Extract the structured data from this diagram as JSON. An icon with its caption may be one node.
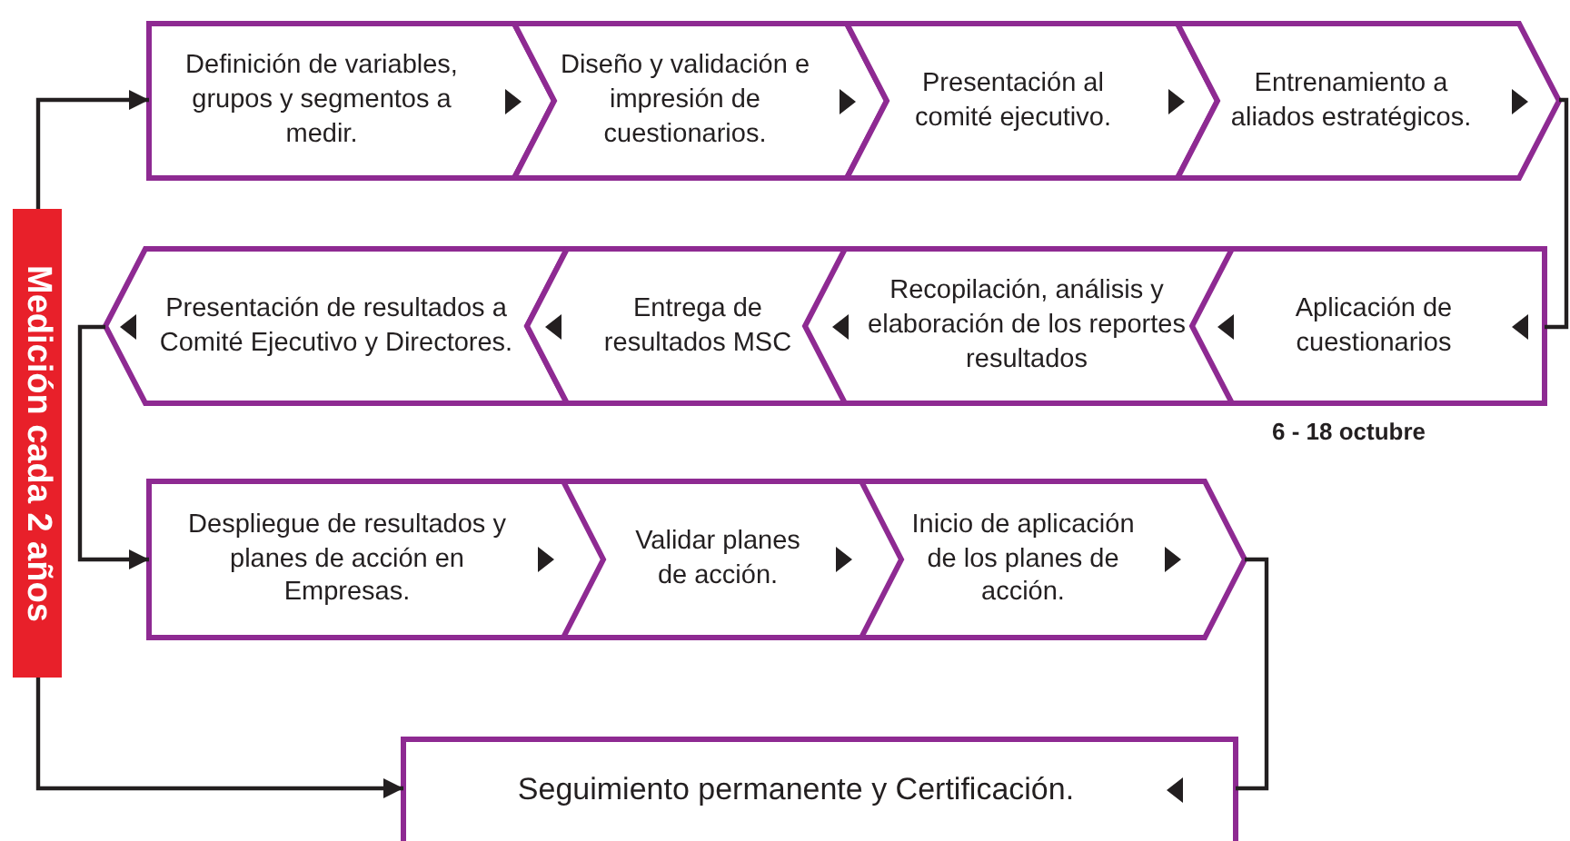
{
  "diagram": {
    "nodes": [
      {
        "text": [
          "Medición cada 2 años"
        ]
      },
      {
        "text": [
          "Definición de variables, grupos y segmentos a medir."
        ]
      },
      {
        "text": [
          "Diseño y validación e impresión de cuestionarios."
        ]
      },
      {
        "text": [
          "Presentación al comité ejecutivo."
        ]
      },
      {
        "text": [
          "Entrenamiento a aliados estratégicos."
        ]
      },
      {
        "text": [
          "Presentación de resultados a Comité Ejecutivo y Directores."
        ]
      },
      {
        "text": [
          "Entrega de resultados MSC"
        ]
      },
      {
        "text": [
          "Recopilación, análisis y elaboración de los reportes resultados"
        ]
      },
      {
        "text": [
          "Aplicación de cuestionarios"
        ],
        "beside": [
          "6 - 18 octubre"
        ]
      },
      {
        "text": [
          "Despliegue de resultados y planes de acción en Empresas."
        ]
      },
      {
        "text": [
          "Validar planes de acción."
        ]
      },
      {
        "text": [
          "Inicio de aplicación de los planes de acción."
        ]
      },
      {
        "text": [
          "Seguimiento permanente y Certificación."
        ]
      }
    ],
    "edges": [
      {
        "from": 0,
        "to": 1,
        "arrow": "to"
      },
      {
        "from": 4,
        "to": 8,
        "arrow": "none"
      },
      {
        "from": 5,
        "to": 9,
        "arrow": "to"
      },
      {
        "from": 11,
        "to": 12,
        "arrow": "none"
      },
      {
        "from": 0,
        "to": 12,
        "arrow": "to"
      }
    ]
  }
}
